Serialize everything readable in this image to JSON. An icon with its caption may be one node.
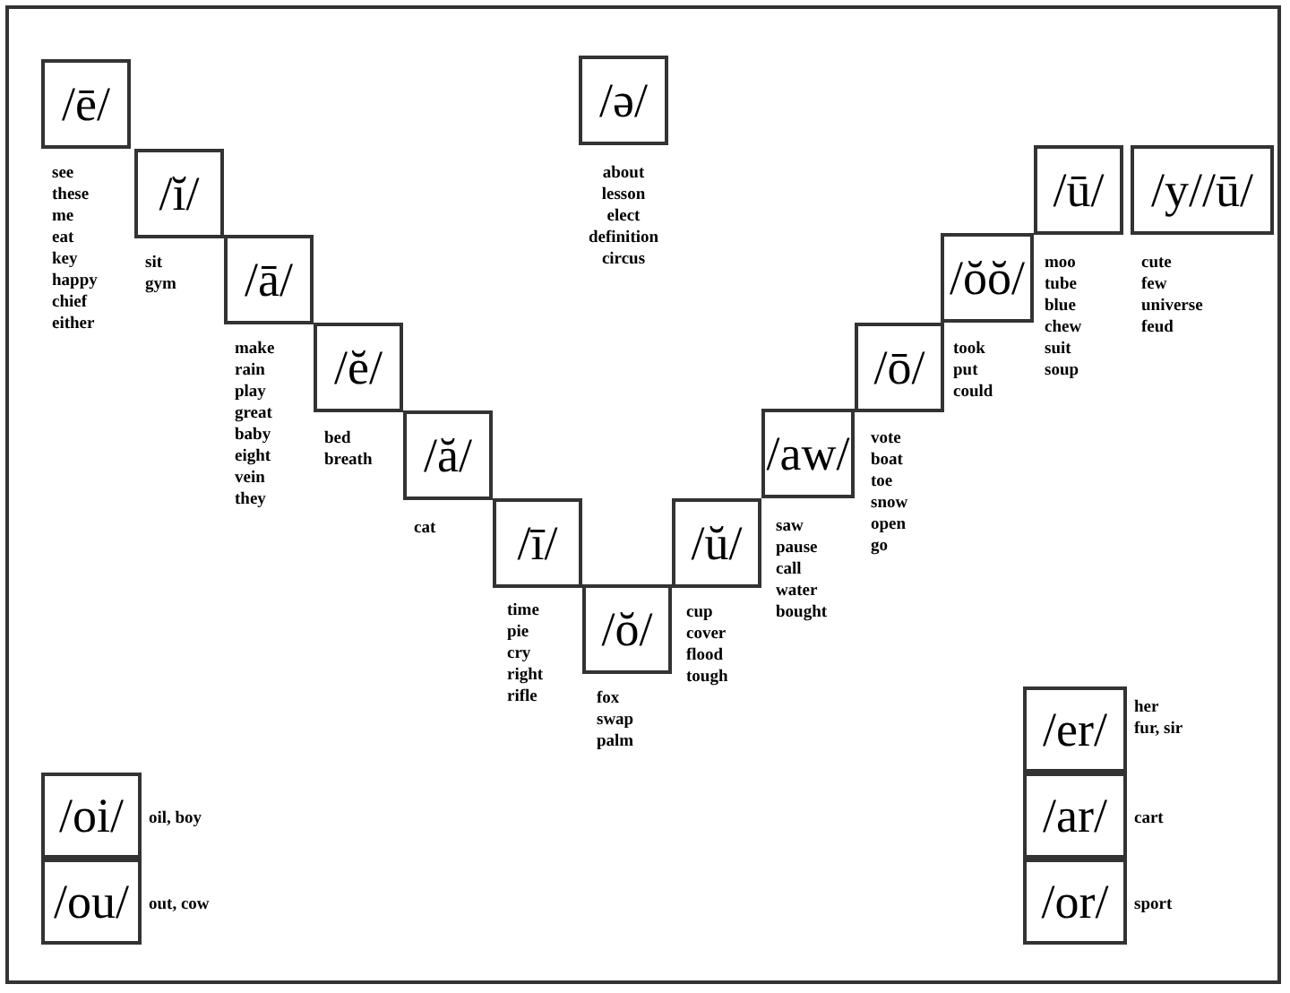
{
  "diagram": {
    "nodes": [
      {
        "text": [
          "/ē/"
        ],
        "beside": [
          "see",
          "these",
          "me",
          "eat",
          "key",
          "happy",
          "chief",
          "either"
        ]
      },
      {
        "text": [
          "/ĭ/"
        ],
        "beside": [
          "sit",
          "gym"
        ]
      },
      {
        "text": [
          "/ā/"
        ],
        "beside": [
          "make",
          "rain",
          "play",
          "great",
          "baby",
          "eight",
          "vein",
          "they"
        ]
      },
      {
        "text": [
          "/ĕ/"
        ],
        "beside": [
          "bed",
          "breath"
        ]
      },
      {
        "text": [
          "/ă/"
        ],
        "beside": [
          "cat"
        ]
      },
      {
        "text": [
          "/ī/"
        ],
        "beside": [
          "time",
          "pie",
          "cry",
          "right",
          "rifle"
        ]
      },
      {
        "text": [
          "/ŏ/"
        ],
        "beside": [
          "fox",
          "swap",
          "palm"
        ]
      },
      {
        "text": [
          "/ə/"
        ],
        "beside": [
          "about",
          "lesson",
          "elect",
          "definition",
          "circus"
        ]
      },
      {
        "text": [
          "/ŭ/"
        ],
        "beside": [
          "cup",
          "cover",
          "flood",
          "tough"
        ]
      },
      {
        "text": [
          "/aw/"
        ],
        "beside": [
          "saw",
          "pause",
          "call",
          "water",
          "bought"
        ]
      },
      {
        "text": [
          "/ō/"
        ],
        "beside": [
          "vote",
          "boat",
          "toe",
          "snow",
          "open",
          "go"
        ]
      },
      {
        "text": [
          "/ŏŏ/"
        ],
        "beside": [
          "took",
          "put",
          "could"
        ]
      },
      {
        "text": [
          "/ū/"
        ],
        "beside": [
          "moo",
          "tube",
          "blue",
          "chew",
          "suit",
          "soup"
        ]
      },
      {
        "text": [
          "/y//ū/"
        ],
        "beside": [
          "cute",
          "few",
          "universe",
          "feud"
        ]
      },
      {
        "text": [
          "/oi/"
        ],
        "beside": [
          "oil, boy"
        ]
      },
      {
        "text": [
          "/ou/"
        ],
        "beside": [
          "out, cow"
        ]
      },
      {
        "text": [
          "/er/"
        ],
        "beside": [
          "her",
          "fur, sir"
        ]
      },
      {
        "text": [
          "/ar/"
        ],
        "beside": [
          "cart"
        ]
      },
      {
        "text": [
          "/or/"
        ],
        "beside": [
          "sport"
        ]
      }
    ],
    "edges": []
  }
}
